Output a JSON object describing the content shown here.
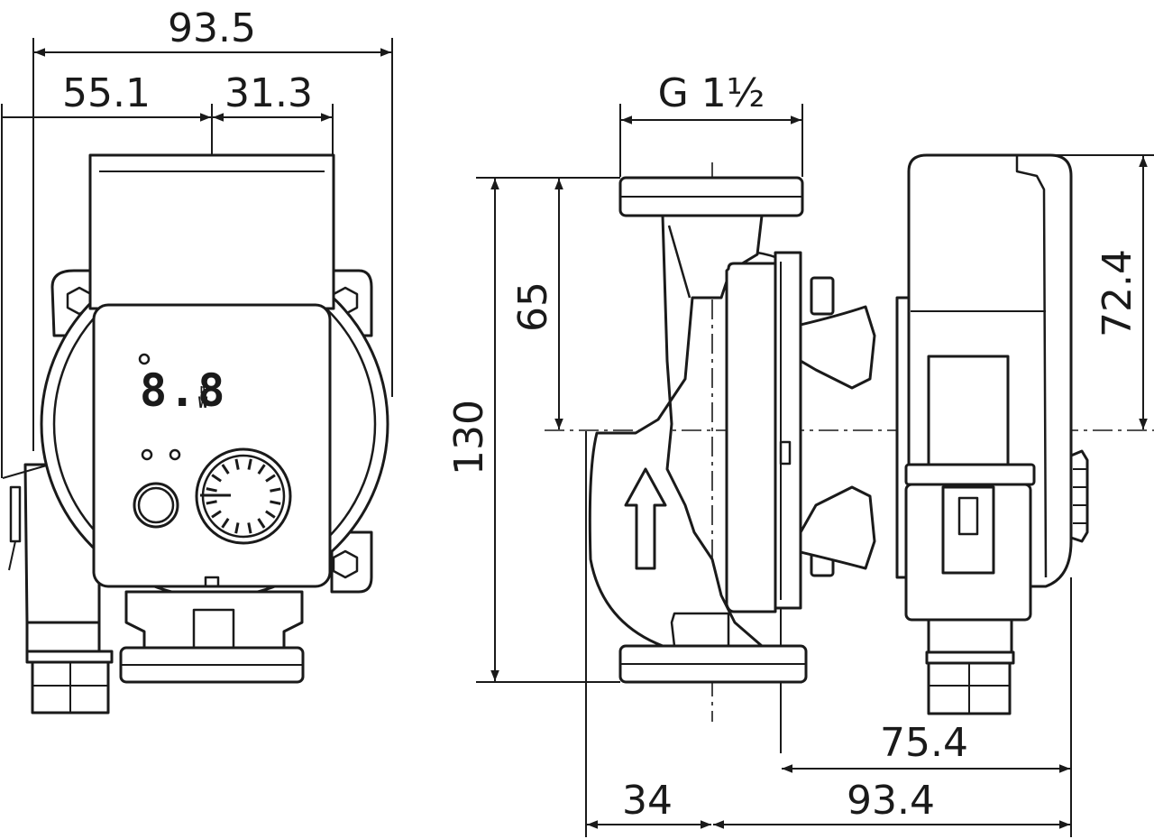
{
  "dimensions": {
    "front_total_width": "93.5",
    "front_left_width": "55.1",
    "front_right_width": "31.3",
    "connection_thread": "G 1½",
    "overall_height": "130",
    "flange_to_axis": "65",
    "motor_to_axis": "72.4",
    "axis_offset": "34",
    "side_depth": "93.4",
    "motor_depth": "75.4"
  },
  "display": {
    "digits": "8.8",
    "unit_top": "m",
    "unit_bottom": "W"
  }
}
